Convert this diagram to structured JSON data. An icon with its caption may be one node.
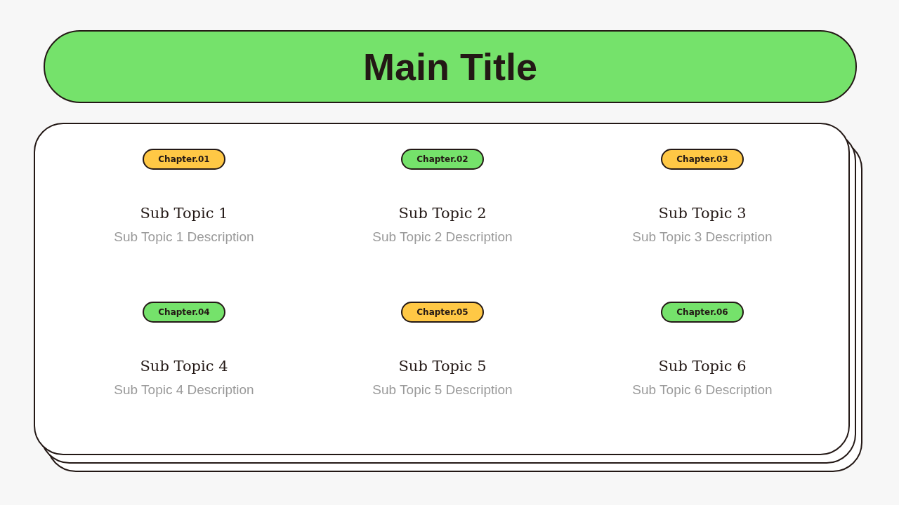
{
  "diagram": {
    "nodes": [
      {
        "text": [
          "Main Title"
        ]
      },
      {
        "text": [],
        "shape": "box"
      },
      {
        "text": [
          "Chapter.01"
        ],
        "in": 1,
        "beside": [
          "Sub Topic 1",
          "Sub Topic 1 Description"
        ]
      },
      {
        "text": [
          "Chapter.02"
        ],
        "in": 1,
        "beside": [
          "Sub Topic 2",
          "Sub Topic 2 Description"
        ]
      },
      {
        "text": [
          "Chapter.03"
        ],
        "in": 1,
        "beside": [
          "Sub Topic 3",
          "Sub Topic 3 Description"
        ]
      },
      {
        "text": [
          "Chapter.04"
        ],
        "in": 1,
        "beside": [
          "Sub Topic 4",
          "Sub Topic 4 Description"
        ]
      },
      {
        "text": [
          "Chapter.05"
        ],
        "in": 1,
        "beside": [
          "Sub Topic 5",
          "Sub Topic 5 Description"
        ]
      },
      {
        "text": [
          "Chapter.06"
        ],
        "in": 1,
        "beside": [
          "Sub Topic 6",
          "Sub Topic 6 Description"
        ]
      }
    ],
    "edges": []
  }
}
